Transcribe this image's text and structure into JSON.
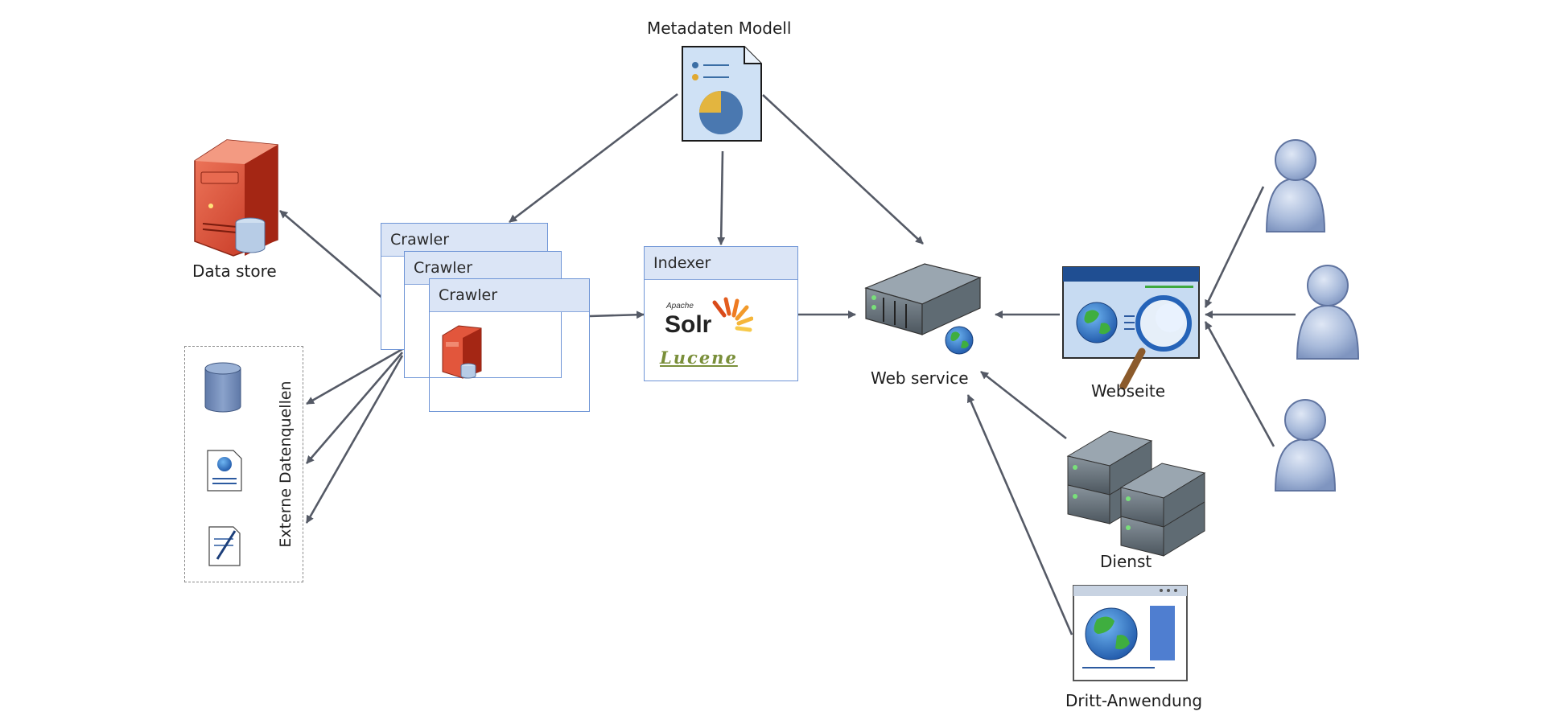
{
  "labels": {
    "metadata_model": "Metadaten Modell",
    "data_store": "Data store",
    "external_sources": "Externe Datenquellen",
    "web_service": "Web service",
    "website": "Webseite",
    "service": "Dienst",
    "third_party_app": "Dritt-Anwendung"
  },
  "crawlers": [
    {
      "title": "Crawler"
    },
    {
      "title": "Crawler"
    },
    {
      "title": "Crawler"
    }
  ],
  "indexer": {
    "title": "Indexer",
    "logo_solr_apache": "Apache",
    "logo_solr": "Solr",
    "logo_lucene": "Lucene"
  },
  "colors": {
    "arrow": "#555a66",
    "panel_border": "#6f95d6",
    "panel_header": "#dbe5f6",
    "server_red": "#d9432e",
    "user_blue": "#9fb2d4",
    "globe_blue": "#2d6fbf"
  },
  "icons": {
    "data_store": "server-database-icon",
    "metadata": "report-document-icon",
    "web_service": "web-server-icon",
    "website": "web-search-icon",
    "service": "server-cluster-icon",
    "third_party": "application-window-icon",
    "users": "user-icon",
    "external_db": "database-icon",
    "external_webdoc": "web-document-icon",
    "external_doc": "edit-document-icon"
  }
}
